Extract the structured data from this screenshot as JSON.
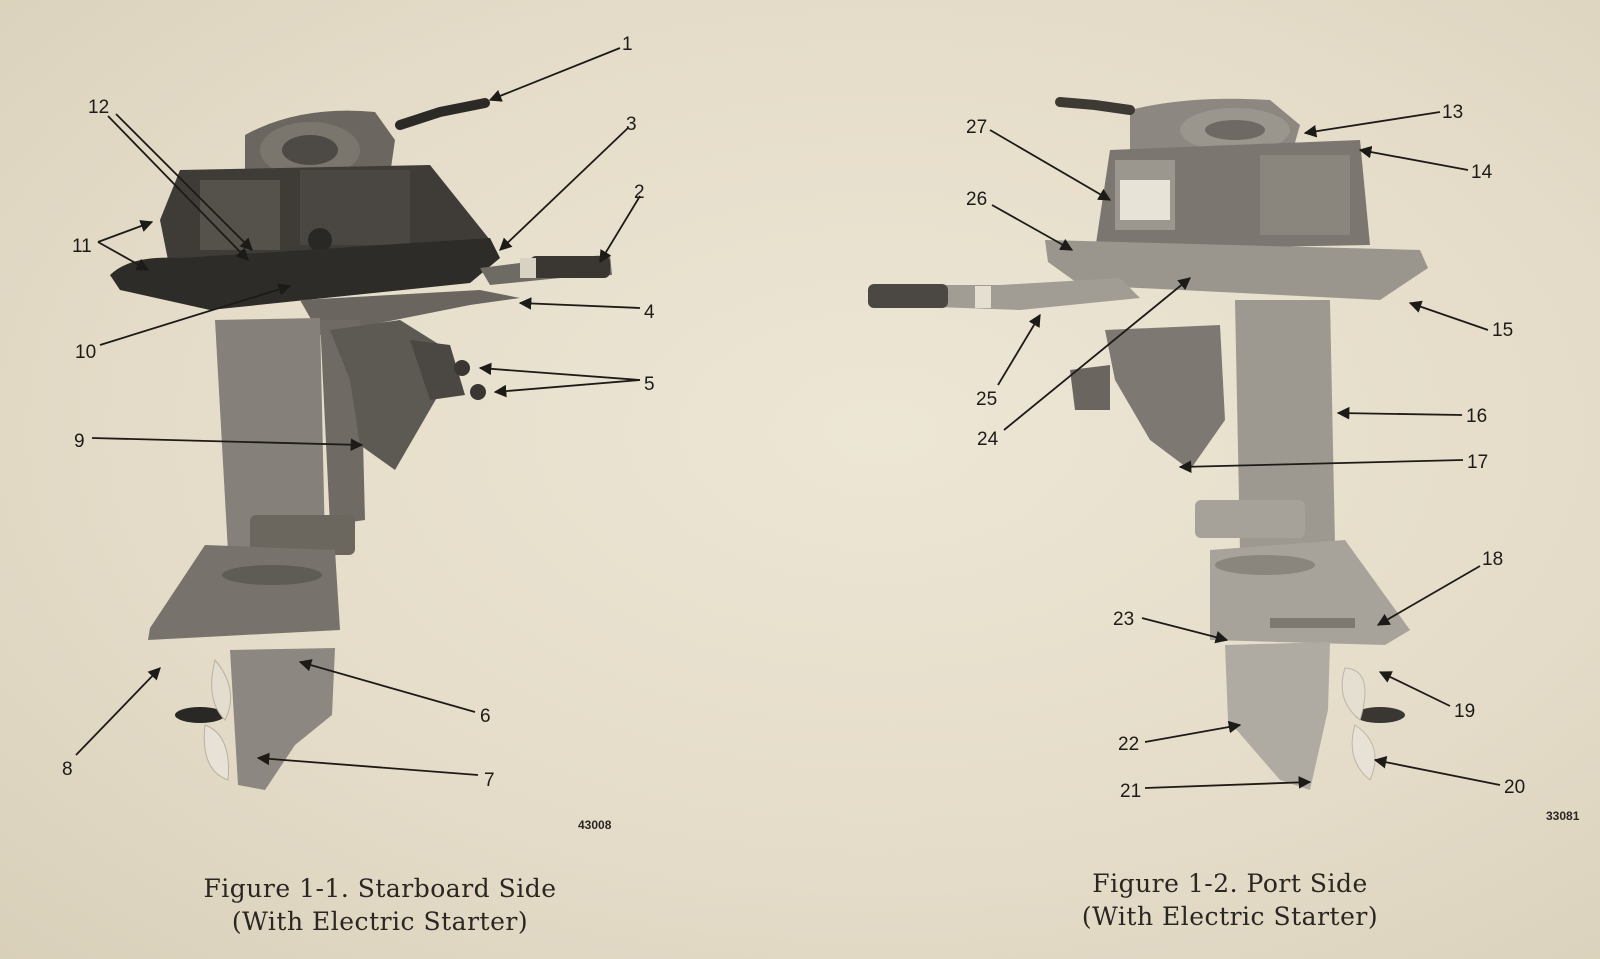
{
  "figures": [
    {
      "caption_line1": "Figure 1-1.  Starboard Side",
      "caption_line2": "(With Electric Starter)",
      "image_number": "43008",
      "callouts": [
        "1",
        "2",
        "3",
        "4",
        "5",
        "6",
        "7",
        "8",
        "9",
        "10",
        "11",
        "12"
      ]
    },
    {
      "caption_line1": "Figure 1-2.  Port Side",
      "caption_line2": "(With Electric Starter)",
      "image_number": "33081",
      "callouts": [
        "13",
        "14",
        "15",
        "16",
        "17",
        "18",
        "19",
        "20",
        "21",
        "22",
        "23",
        "24",
        "25",
        "26",
        "27"
      ]
    }
  ],
  "colors": {
    "paper": "#e7dfcd",
    "starboard_motor": "#5a5650",
    "port_motor": "#8f8a83",
    "ink": "#1d1b18"
  }
}
